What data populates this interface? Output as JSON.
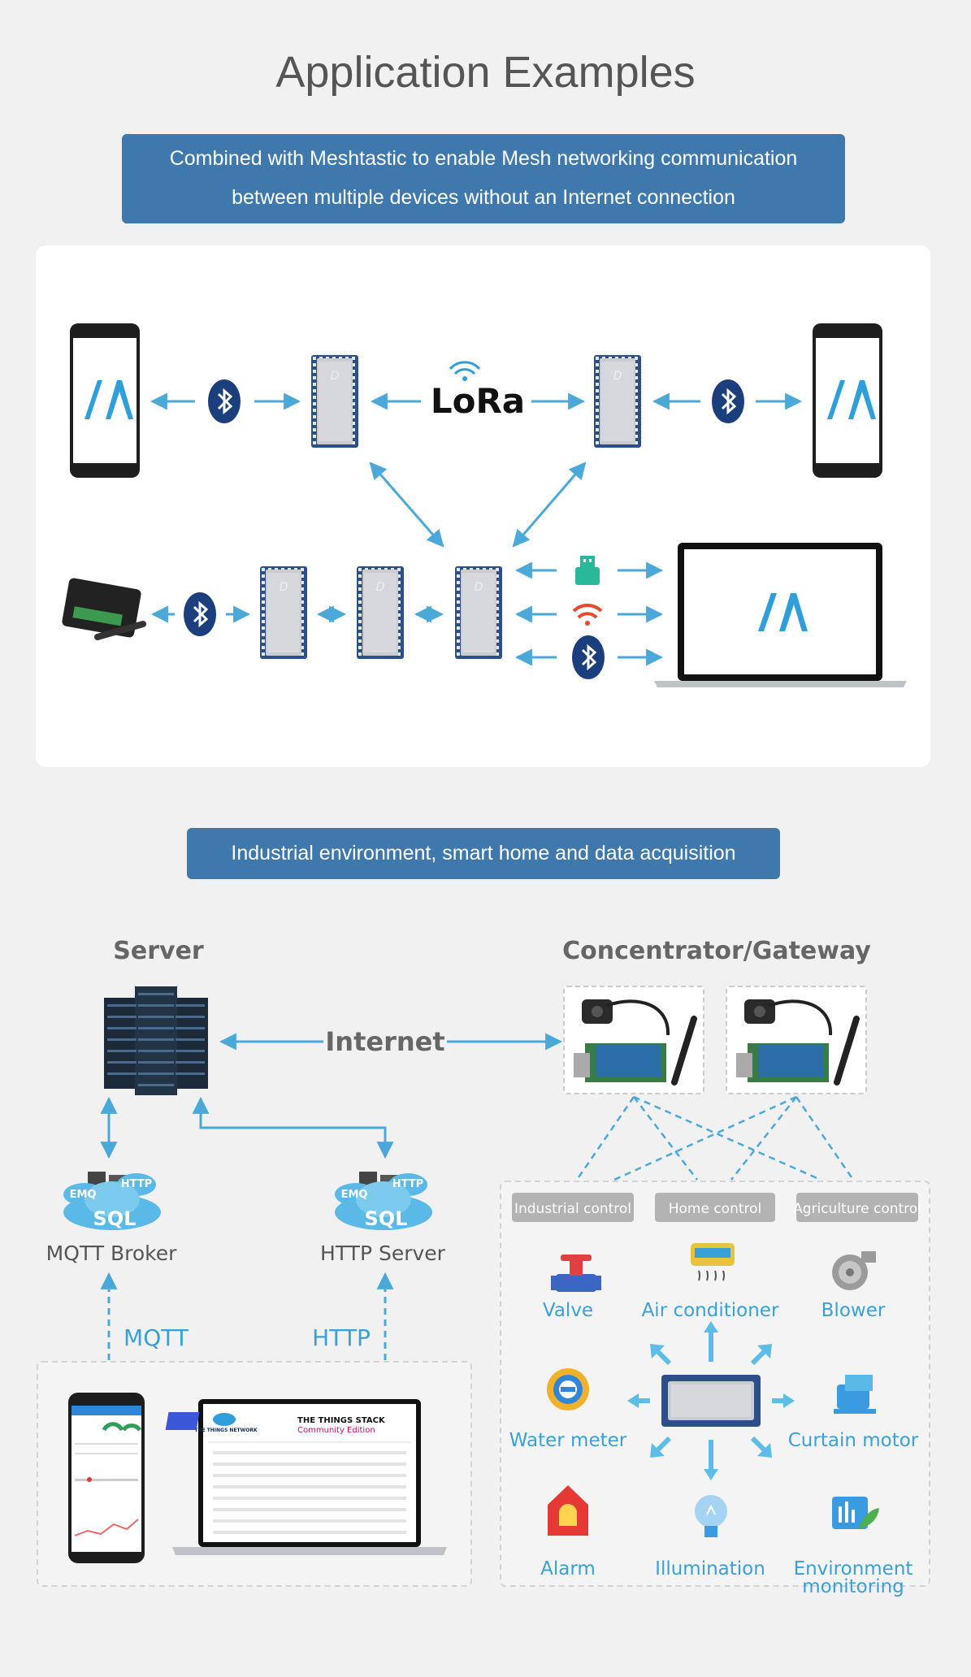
{
  "page": {
    "title": "Application Examples"
  },
  "mesh": {
    "banner_line1": "Combined with Meshtastic to enable Mesh networking communication",
    "banner_line2": "between multiple devices without an Internet connection",
    "lora_label": "LoRa"
  },
  "industrial": {
    "banner": "Industrial environment, smart home and data acquisition",
    "server_label": "Server",
    "gateway_label": "Concentrator/Gateway",
    "internet_label": "Internet",
    "mqtt_broker_label": "MQTT Broker",
    "http_server_label": "HTTP Server",
    "mqtt_label": "MQTT",
    "http_label": "HTTP",
    "cloud_tag_emq": "EMQ",
    "cloud_tag_http": "HTTP",
    "cloud_tag_sql": "SQL",
    "tabs": [
      "Industrial control",
      "Home control",
      "Agriculture control"
    ],
    "devices": {
      "valve": "Valve",
      "air_conditioner": "Air conditioner",
      "blower": "Blower",
      "water_meter": "Water meter",
      "curtain_motor": "Curtain motor",
      "alarm": "Alarm",
      "illumination": "Illumination",
      "environment_line1": "Environment",
      "environment_line2": "monitoring"
    },
    "tts_title": "THE THINGS STACK",
    "tts_subtitle": "Community Edition",
    "tts_logo": "THE THINGS NETWORK"
  },
  "colors": {
    "accent": "#3f78ad",
    "arrow": "#4aa9d9",
    "label_blue": "#3aa0d8"
  }
}
